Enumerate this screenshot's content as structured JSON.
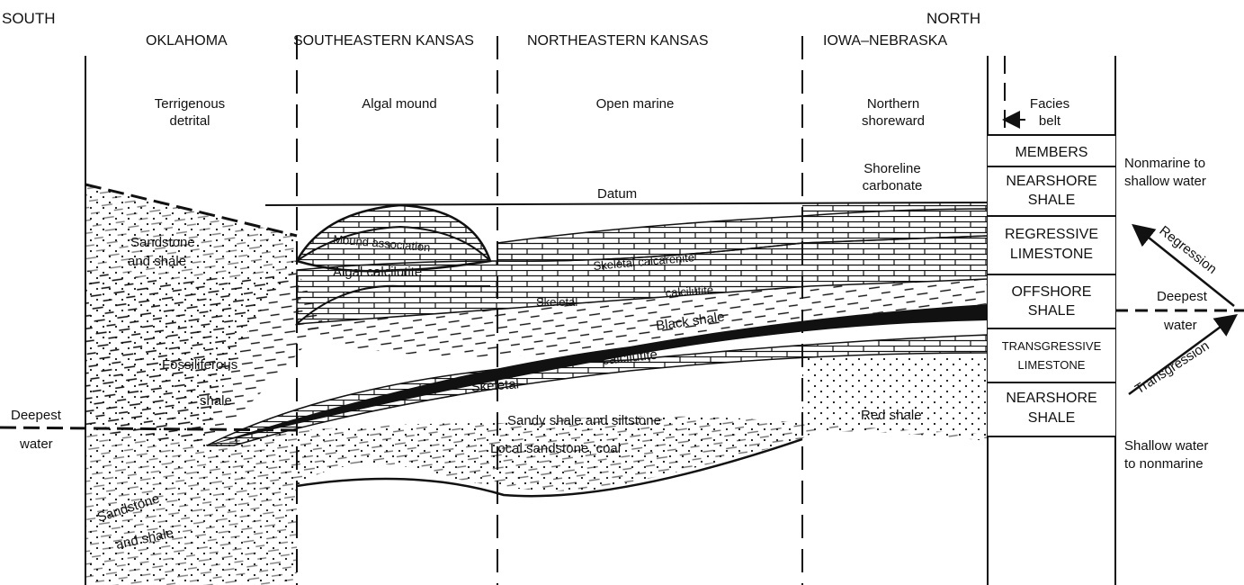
{
  "directions": {
    "south": "SOUTH",
    "north": "NORTH"
  },
  "regions": [
    {
      "name": "OKLAHOMA",
      "facies_line1": "Terrigenous",
      "facies_line2": "detrital"
    },
    {
      "name": "SOUTHEASTERN KANSAS",
      "facies_line1": "Algal mound",
      "facies_line2": ""
    },
    {
      "name": "NORTHEASTERN KANSAS",
      "facies_line1": "Open marine",
      "facies_line2": ""
    },
    {
      "name": "IOWA–NEBRASKA",
      "facies_line1": "Northern",
      "facies_line2": "shoreward"
    }
  ],
  "facies_belt": {
    "line1": "Facies",
    "line2": "belt"
  },
  "members_column": [
    {
      "line1": "MEMBERS",
      "line2": ""
    },
    {
      "line1": "NEARSHORE",
      "line2": "SHALE"
    },
    {
      "line1": "REGRESSIVE",
      "line2": "LIMESTONE"
    },
    {
      "line1": "OFFSHORE",
      "line2": "SHALE"
    },
    {
      "line1": "TRANSGRESSIVE",
      "line2": "LIMESTONE"
    },
    {
      "line1": "NEARSHORE",
      "line2": "SHALE"
    }
  ],
  "water_labels": {
    "top_line1": "Nonmarine to",
    "top_line2": "shallow water",
    "mid_line1": "Deepest",
    "mid_line2": "water",
    "bottom_line1": "Shallow water",
    "bottom_line2": "to nonmarine",
    "left_line1": "Deepest",
    "left_line2": "water"
  },
  "arrows": {
    "regression": "Regression",
    "transgression": "Transgression"
  },
  "unit_labels": {
    "datum": "Datum",
    "shoreline_1": "Shoreline",
    "shoreline_2": "carbonate",
    "sandstone_shale_upper_1": "Sandstone",
    "sandstone_shale_upper_2": "and shale",
    "mound_association": "Mound association",
    "algal_calcilutite": "Algal calcilutite",
    "skeletal_calcarenite": "Skeletal calcarenite",
    "skeletal_upper": "Skeletal",
    "calcilutite_upper": "calcilutite",
    "black_shale": "Black shale",
    "fossiliferous_1": "Fossiliferous",
    "fossiliferous_2": "shale",
    "calcilutite_lower": "calcilutite",
    "skeletal_lower": "Skeletal",
    "sandy_shale": "Sandy shale and siltstone",
    "local_sandstone": "Local sandstone, coal",
    "red_shale": "Red shale",
    "sandstone_lower_1": "Sandstone",
    "sandstone_lower_2": "and shale"
  }
}
